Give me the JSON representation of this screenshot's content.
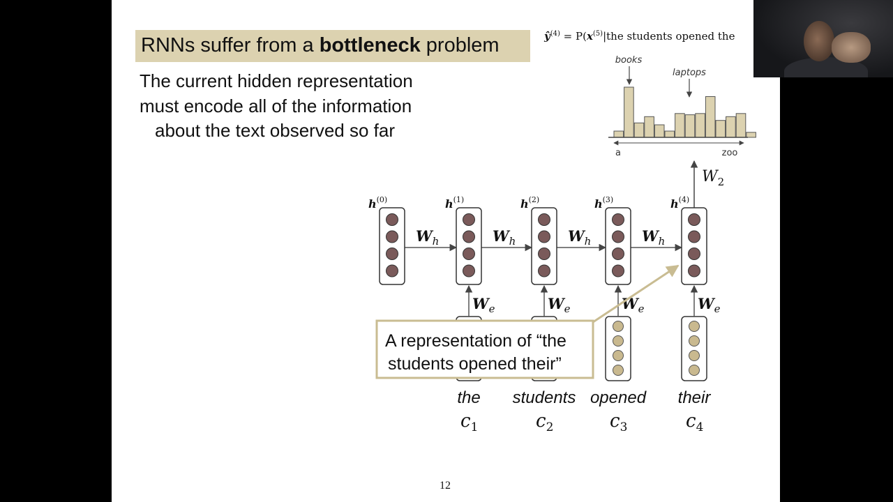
{
  "slide": {
    "title_prefix": "RNNs suffer from a ",
    "title_bold": "bottleneck",
    "title_suffix": " problem",
    "body_lines": [
      "The current hidden representation",
      "must encode all of the information",
      "about the text observed so far"
    ],
    "equation": {
      "lhs": "ŷ",
      "lhs_sup": "(4)",
      "mid": " = P(",
      "x": "x",
      "x_sup": "(5)",
      "cond": "|the students opened the"
    },
    "page_number": "12"
  },
  "histogram": {
    "label_books": "books",
    "label_laptops": "laptops",
    "axis_start": "a",
    "axis_end": "zoo",
    "bar_levels": [
      0.1,
      0.8,
      0.23,
      0.33,
      0.2,
      0.1,
      0.38,
      0.36,
      0.38,
      0.65,
      0.27,
      0.33,
      0.38,
      0.08
    ],
    "bar_color": "#dcd2b0"
  },
  "rnn": {
    "hidden_labels": [
      {
        "base": "h",
        "sup": "(0)"
      },
      {
        "base": "h",
        "sup": "(1)"
      },
      {
        "base": "h",
        "sup": "(2)"
      },
      {
        "base": "h",
        "sup": "(3)"
      },
      {
        "base": "h",
        "sup": "(4)"
      }
    ],
    "wh_label": {
      "base": "W",
      "sub": "h"
    },
    "we_label": {
      "base": "W",
      "sub": "e"
    },
    "output_label": {
      "base": "W",
      "sub": "2"
    },
    "words": [
      "the",
      "students",
      "opened",
      "their"
    ],
    "inputs": [
      {
        "base": "c",
        "sub": "1"
      },
      {
        "base": "c",
        "sub": "2"
      },
      {
        "base": "c",
        "sub": "3"
      },
      {
        "base": "c",
        "sub": "4"
      }
    ],
    "hidden_dot_color": "#7a5a5a",
    "input_dot_color": "#c9b98f"
  },
  "callout": {
    "line1": "A representation of “the",
    "line2": "students opened their”",
    "border_color": "#c9bc92"
  }
}
